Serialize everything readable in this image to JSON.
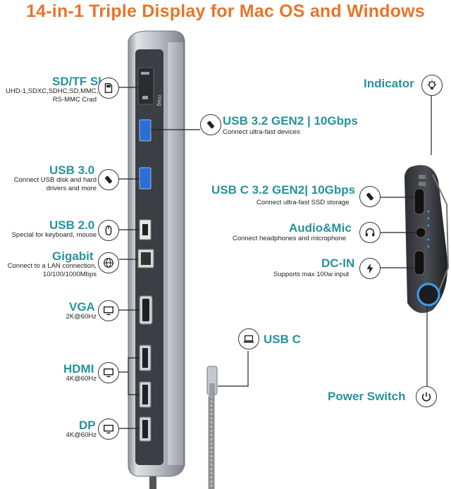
{
  "title": "14-in-1 Triple Display for Mac OS and Windows",
  "brand": "mag",
  "colors": {
    "title": "#e8742a",
    "heading": "#27929c",
    "port_blue": "#2a6fd6"
  },
  "left": {
    "sd": {
      "title": "SD/TF Slot",
      "desc": [
        "UHD-1,SDXC,SDHC,SD,MMC,",
        "RS-MMC Crad"
      ]
    },
    "usb30": {
      "title": "USB 3.0",
      "desc": [
        "Connect USB disk and hard",
        "drivers and more"
      ]
    },
    "usb20": {
      "title": "USB 2.0",
      "desc": [
        "Special for keyboard, mouse"
      ]
    },
    "gigabit": {
      "title": "Gigabit",
      "desc": [
        "Connect to a LAN connection,",
        "10/100/1000Mbps"
      ]
    },
    "vga": {
      "title": "VGA",
      "desc": [
        "2K@60Hz"
      ]
    },
    "hdmi": {
      "title": "HDMI",
      "desc": [
        "4K@60Hz"
      ]
    },
    "dp": {
      "title": "DP",
      "desc": [
        "4K@60Hz"
      ]
    }
  },
  "right": {
    "usb32": {
      "title": "USB 3.2 GEN2 | 10Gbps",
      "desc": "Connect ultra-fast devices"
    },
    "indicator": {
      "title": "Indicator"
    },
    "usbc32": {
      "title": "USB C 3.2 GEN2| 10Gbps",
      "desc": "Connect ultra-fast SSD storage"
    },
    "audio": {
      "title": "Audio&Mic",
      "desc": "Connect headphones and microphone"
    },
    "dcin": {
      "title": "DC-IN",
      "desc": "Supports max 100w input"
    },
    "usbc": {
      "title": "USB C"
    },
    "power": {
      "title": "Power Switch"
    }
  },
  "icons": [
    "sd-card-icon",
    "usb-stick-icon",
    "mouse-icon",
    "globe-icon",
    "monitor-icon",
    "bulb-icon",
    "headphones-icon",
    "bolt-icon",
    "laptop-icon",
    "power-icon"
  ]
}
